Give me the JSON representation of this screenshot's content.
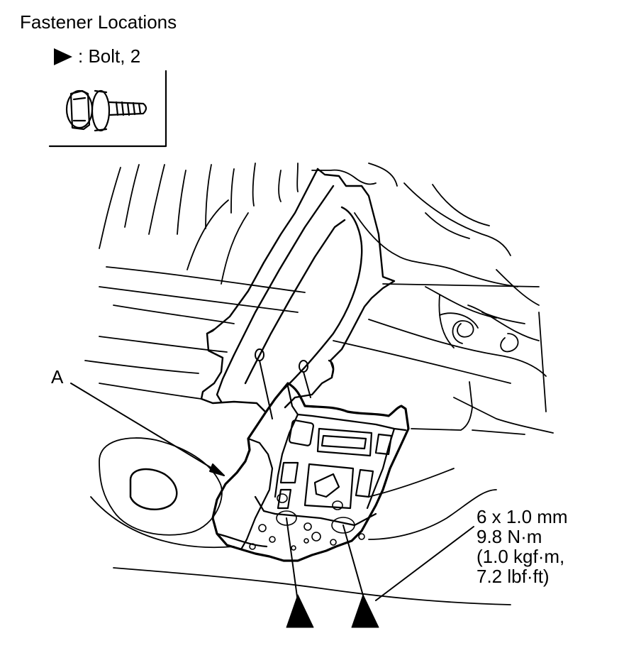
{
  "title": "Fastener Locations",
  "legend": {
    "symbol_icon": "filled-triangle-arrow",
    "text": ": Bolt, 2"
  },
  "callout_a": "A",
  "torque_spec": {
    "size": "6 x 1.0 mm",
    "torque_nm": "9.8 N·m",
    "torque_kgf": "(1.0 kgf·m,",
    "torque_lbf": "7.2 lbf·ft)"
  }
}
